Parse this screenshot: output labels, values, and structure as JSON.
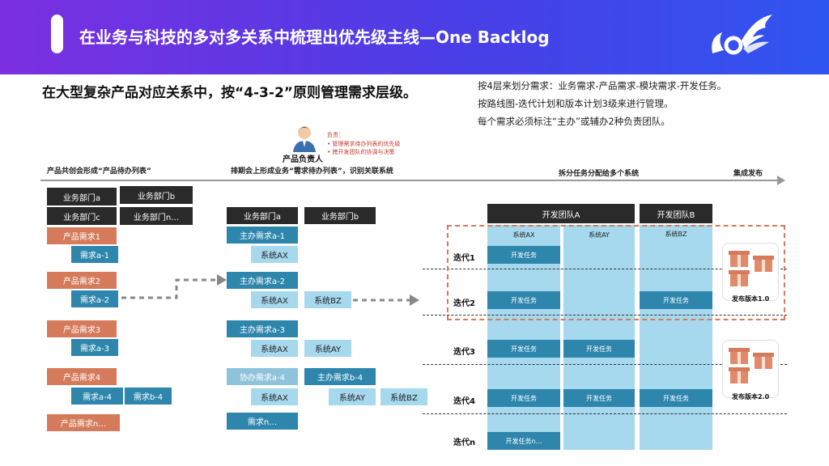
{
  "header": {
    "title": "在业务与科技的多对多关系中梳理出优先级主线—One Backlog"
  },
  "subtitle": "在大型复杂产品对应关系中，按“4-3-2”原则管理需求层级。",
  "notes": [
    "按4层来划分需求：业务需求-产品需求-模块需求-开发任务。",
    "按路线图-迭代计划和版本计划3级来进行管理。",
    "每个需求必须标注“主办”或辅办2种负责团队。"
  ],
  "owner": {
    "name": "产品负责人",
    "resp_title": "负责：",
    "resp1": "管理需求待办列表的优先级",
    "resp2": "跨开发团队的协调与决策"
  },
  "timeline": {
    "step1": "产品共创会形成“产品待办列表”",
    "step2": "排期会上形成业务“需求待办列表”，识别关联系统",
    "step3": "拆分任务分配给多个系统",
    "step4": "集成发布"
  },
  "left": {
    "dept_a": "业务部门a",
    "dept_b": "业务部门b",
    "dept_c": "业务部门c",
    "dept_n": "业务部门n…",
    "p1": "产品需求1",
    "p2": "产品需求2",
    "p3": "产品需求3",
    "p4": "产品需求4",
    "pn": "产品需求n…",
    "r_a1": "需求a-1",
    "r_a2": "需求a-2",
    "r_a3": "需求a-3",
    "r_a4": "需求a-4",
    "r_b4": "需求b-4"
  },
  "middle": {
    "dept_a": "业务部门a",
    "dept_b": "业务部门b",
    "m_a1": "主办需求a-1",
    "m_a2": "主办需求a-2",
    "m_a3": "主办需求a-3",
    "c_a4": "协办需求a-4",
    "m_b4": "主办需求b-4",
    "rn": "需求n…",
    "sys_ax": "系统AX",
    "sys_bz": "系统BZ",
    "sys_ay": "系统AY"
  },
  "right": {
    "team_a": "开发团队A",
    "team_b": "开发团队B",
    "sys_ax": "系统AX",
    "sys_ay": "系统AY",
    "sys_bz": "系统BZ",
    "iter1": "迭代1",
    "iter2": "迭代2",
    "iter3": "迭代3",
    "iter4": "迭代4",
    "itern": "迭代n",
    "task": "开发任务",
    "taskn": "开发任务n…",
    "release1": "发布版本1.0",
    "release2": "发布版本2.0"
  },
  "colors": {
    "header_start": "#7b2fe0",
    "header_end": "#2f55f0",
    "dark": "#2a2a2a",
    "orange": "#d57b5c",
    "blue": "#2e86ad",
    "light_blue": "#a6d8ee",
    "release_border": "#d57b5c"
  }
}
